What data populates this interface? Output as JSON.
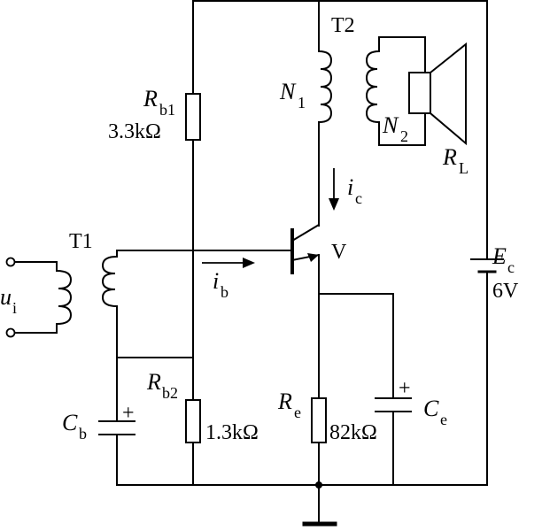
{
  "diagram": {
    "transformers": {
      "input": {
        "name": "T1"
      },
      "output": {
        "name": "T2",
        "primary": {
          "sym": "N",
          "sub": "1"
        },
        "secondary": {
          "sym": "N",
          "sub": "2"
        }
      }
    },
    "input_signal": {
      "sym": "u",
      "sub": "i"
    },
    "load": {
      "sym": "R",
      "sub": "L"
    },
    "transistor": {
      "name": "V"
    },
    "currents": {
      "collector": {
        "sym": "i",
        "sub": "c"
      },
      "base": {
        "sym": "i",
        "sub": "b"
      }
    },
    "resistors": {
      "rb1": {
        "sym": "R",
        "sub": "b1",
        "value": "3.3kΩ"
      },
      "rb2": {
        "sym": "R",
        "sub": "b2",
        "value": "1.3kΩ"
      },
      "re": {
        "sym": "R",
        "sub": "e",
        "value": "82kΩ"
      }
    },
    "capacitors": {
      "cb": {
        "sym": "C",
        "sub": "b",
        "polarity": "+"
      },
      "ce": {
        "sym": "C",
        "sub": "e",
        "polarity": "+"
      }
    },
    "supply": {
      "sym": "E",
      "sub": "c",
      "value": "6V"
    }
  }
}
